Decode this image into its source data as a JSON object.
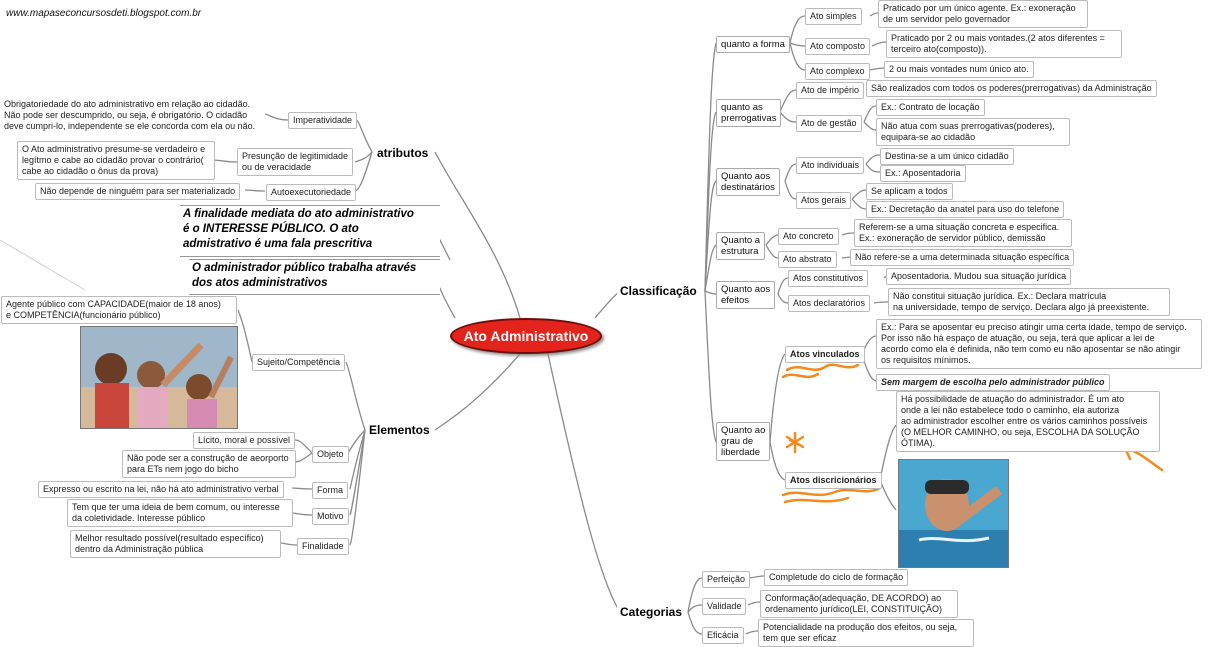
{
  "url": "www.mapaseconcursosdeti.blogspot.com.br",
  "central": "Ato Administrativo",
  "atributos": {
    "label": "atributos",
    "imperatividade": {
      "label": "Imperatividade",
      "desc": "Obrigatoriedade do ato administrativo em relação ao cidadão.\nNão pode ser descumprido, ou seja, é obrigatório. O cidadão\ndeve cumpri-lo, independente se ele concorda com ela ou não."
    },
    "presuncao": {
      "label": "Presunção de legitimidade\nou de veracidade",
      "desc": "O Ato administrativo presume-se verdadeiro e\nlegítmo e cabe ao cidadão provar o contrário(\ncabe ao cidadão o ônus da prova)"
    },
    "autoexecutoriedade": {
      "label": "Autoexecutoriedade",
      "desc": "Não depende de ninguém para ser materializado"
    }
  },
  "notes": {
    "finalidade": "A finalidade mediata do ato administrativo\né o INTERESSE PÚBLICO. O ato\nadmistrativo é uma fala prescritiva",
    "administrador": "O administrador público trabalha através\n dos atos administrativos"
  },
  "elementos": {
    "label": "Elementos",
    "sujeito": {
      "label": "Sujeito/Competência",
      "desc": "Agente público com CAPACIDADE(maior de 18 anos)\n e COMPETÊNCIA(funcionário público)"
    },
    "objeto": {
      "label": "Objeto",
      "desc1": "Lícito, moral e possível",
      "desc2": "Não pode ser a construção de aeorporto\n para ETs nem jogo do bicho"
    },
    "forma": {
      "label": "Forma",
      "desc": "Expresso ou escrito na lei, não há ato administrativo verbal"
    },
    "motivo": {
      "label": "Motivo",
      "desc": "Tem que ter uma ideia de bem comum, ou interesse\nda coletividade. Interesse público"
    },
    "finalidade": {
      "label": "Finalidade",
      "desc": "Melhor resultado possível(resultado específico)\n dentro da Administração pública"
    }
  },
  "classificacao": {
    "label": "Classificação",
    "quanto_forma": {
      "label": "quanto a forma",
      "simples": {
        "label": "Ato simples",
        "desc": "Praticado por um único agente. Ex.: exoneração\nde um servidor pelo governador"
      },
      "composto": {
        "label": "Ato composto",
        "desc": "Praticado por 2 ou mais vontades.(2 atos diferentes =\nterceiro ato(composto))."
      },
      "complexo": {
        "label": "Ato complexo",
        "desc": "2 ou mais vontades num único ato."
      }
    },
    "prerrogativas": {
      "label": "quanto as\nprerrogativas",
      "imperio": {
        "label": "Ato de império",
        "desc": "São realizados com todos os poderes(prerrogativas) da Administração"
      },
      "gestao": {
        "label": "Ato de gestão",
        "desc1": "Ex.: Contrato de locação",
        "desc2": "Não atua com suas prerrogativas(poderes),\n equipara-se ao cidadão"
      }
    },
    "destinatarios": {
      "label": "Quanto aos\ndestinatários",
      "individuais": {
        "label": "Ato individuais",
        "desc1": "Destina-se a um único cidadão",
        "desc2": "Ex.: Aposentadoria"
      },
      "gerais": {
        "label": "Atos gerais",
        "desc1": "Se aplicam a todos",
        "desc2": "Ex.: Decretação da anatel para uso do telefone"
      }
    },
    "estrutura": {
      "label": "Quanto a\nestrutura",
      "concreto": {
        "label": "Ato concreto",
        "desc": "Referem-se a uma situação concreta e especifica.\nEx.: exoneração de servidor público, demissão"
      },
      "abstrato": {
        "label": "Ato abstrato",
        "desc": "Não refere-se a uma determinada situação específica"
      }
    },
    "efeitos": {
      "label": "Quanto aos\nefeitos",
      "constitutivos": {
        "label": "Atos constitutivos",
        "desc": "Aposentadoria. Mudou sua situação jurídica"
      },
      "declaratorios": {
        "label": "Atos declaratórios",
        "desc": "Não constitui situação jurídica. Ex.: Declara matrícula\n na universidade, tempo de serviço. Declara algo já preexistente."
      }
    },
    "liberdade": {
      "label": "Quanto ao\ngrau de\nliberdade",
      "vinculados": {
        "label": "Atos vinculados",
        "desc1": "Ex.: Para se aposentar eu preciso atingir uma certa idade, tempo de serviço.\nPor isso não há espaço de atuação, ou seja, terá que aplicar a lei de\n acordo como ela é definida, não tem como eu não aposentar se não atingir\nos requisitos mínimos.",
        "desc2": "Sem margem de escolha pelo administrador público"
      },
      "discricionarios": {
        "label": "Atos discricionários",
        "desc": "Há possibilidade de atuação do administrador. É um ato\n onde a lei não estabelece todo o caminho, ela autoriza\n ao administrador escolher entre os vários caminhos possíveis\n(O MELHOR CAMINHO, ou seja, ESCOLHA DA SOLUÇÃO\nÓTIMA)."
      }
    }
  },
  "categorias": {
    "label": "Categorias",
    "perfeicao": {
      "label": "Perfeição",
      "desc": "Completude do ciclo de formação"
    },
    "validade": {
      "label": "Validade",
      "desc": "Conformação(adequação, DE ACORDO) ao\n ordenamento jurídico(LEI, CONSTITUIÇÃO)"
    },
    "eficacia": {
      "label": "Eficácia",
      "desc": "Potencialidade na produção dos efeitos, ou seja,\n tem que ser eficaz"
    }
  },
  "colors": {
    "central_fill": "#e2241d",
    "annotation": "#f28a1e",
    "line": "#8a8a8a"
  }
}
